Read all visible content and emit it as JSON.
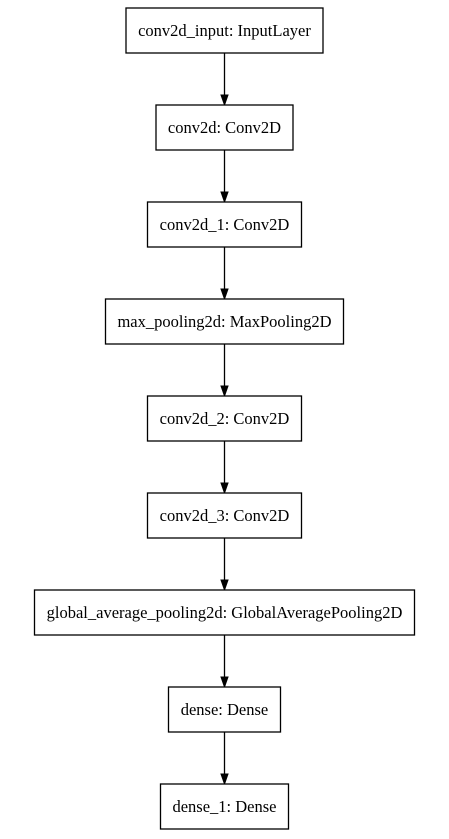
{
  "diagram": {
    "nodes": [
      {
        "id": "conv2d_input",
        "label": "conv2d_input: InputLayer"
      },
      {
        "id": "conv2d",
        "label": "conv2d: Conv2D"
      },
      {
        "id": "conv2d_1",
        "label": "conv2d_1: Conv2D"
      },
      {
        "id": "max_pooling2d",
        "label": "max_pooling2d: MaxPooling2D"
      },
      {
        "id": "conv2d_2",
        "label": "conv2d_2: Conv2D"
      },
      {
        "id": "conv2d_3",
        "label": "conv2d_3: Conv2D"
      },
      {
        "id": "global_average_pooling2d",
        "label": "global_average_pooling2d: GlobalAveragePooling2D"
      },
      {
        "id": "dense",
        "label": "dense: Dense"
      },
      {
        "id": "dense_1",
        "label": "dense_1: Dense"
      }
    ],
    "edges": [
      {
        "from": "conv2d_input",
        "to": "conv2d"
      },
      {
        "from": "conv2d",
        "to": "conv2d_1"
      },
      {
        "from": "conv2d_1",
        "to": "max_pooling2d"
      },
      {
        "from": "max_pooling2d",
        "to": "conv2d_2"
      },
      {
        "from": "conv2d_2",
        "to": "conv2d_3"
      },
      {
        "from": "conv2d_3",
        "to": "global_average_pooling2d"
      },
      {
        "from": "global_average_pooling2d",
        "to": "dense"
      },
      {
        "from": "dense",
        "to": "dense_1"
      }
    ]
  }
}
